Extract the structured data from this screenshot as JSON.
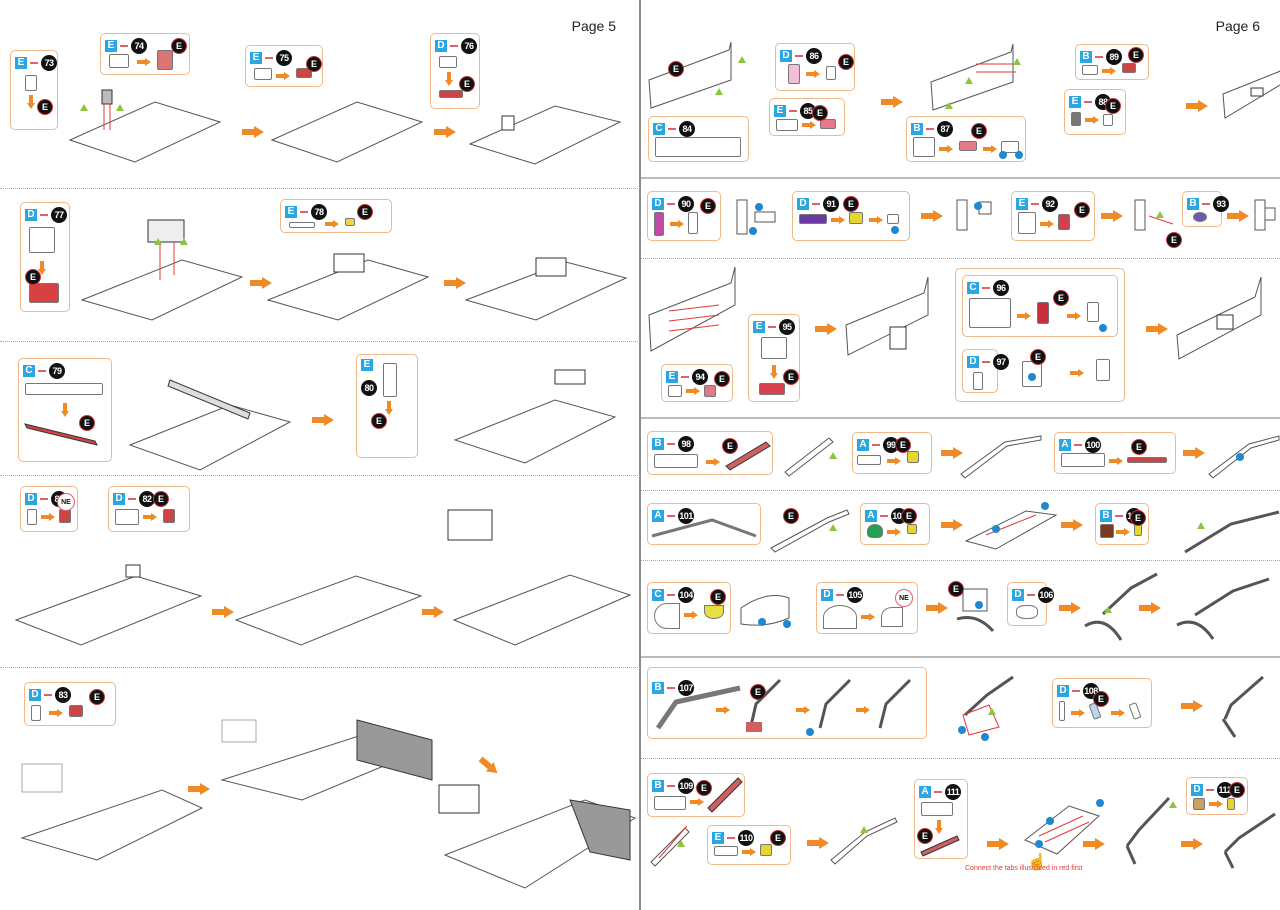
{
  "pages": [
    {
      "page_label": "Page 5",
      "rows": [
        {
          "steps": [
            {
              "sheet": "E",
              "step": "73",
              "target": "E"
            },
            {
              "sheet": "E",
              "step": "74",
              "target": "E"
            },
            {
              "sheet": "E",
              "step": "75",
              "target": "E"
            },
            {
              "sheet": "D",
              "step": "76",
              "target": "E"
            }
          ]
        },
        {
          "steps": [
            {
              "sheet": "D",
              "step": "77",
              "target": "E"
            },
            {
              "sheet": "E",
              "step": "78",
              "target": "E"
            }
          ]
        },
        {
          "steps": [
            {
              "sheet": "C",
              "step": "79",
              "target": "E"
            },
            {
              "sheet": "E",
              "step": "80",
              "target": "E"
            }
          ]
        },
        {
          "steps": [
            {
              "sheet": "D",
              "step": "81",
              "target": "NE"
            },
            {
              "sheet": "D",
              "step": "82",
              "target": "E"
            }
          ]
        },
        {
          "steps": [
            {
              "sheet": "D",
              "step": "83",
              "target": "E"
            }
          ]
        }
      ]
    },
    {
      "page_label": "Page 6",
      "rows": [
        {
          "steps": [
            {
              "sheet": "D",
              "step": "86",
              "target": "E"
            },
            {
              "sheet": "E",
              "step": "85",
              "target": "E"
            },
            {
              "sheet": "C",
              "step": "84",
              "target": "E"
            },
            {
              "sheet": "B",
              "step": "89",
              "target": "E"
            },
            {
              "sheet": "E",
              "step": "88",
              "target": "E"
            },
            {
              "sheet": "B",
              "step": "87",
              "target": "E"
            }
          ]
        },
        {
          "steps": [
            {
              "sheet": "D",
              "step": "90",
              "target": "E"
            },
            {
              "sheet": "D",
              "step": "91",
              "target": "E"
            },
            {
              "sheet": "E",
              "step": "92",
              "target": "E"
            },
            {
              "sheet": "B",
              "step": "93",
              "target": "E"
            }
          ]
        },
        {
          "steps": [
            {
              "sheet": "E",
              "step": "94",
              "target": "E"
            },
            {
              "sheet": "E",
              "step": "95",
              "target": "E"
            },
            {
              "sheet": "C",
              "step": "96",
              "target": "E"
            },
            {
              "sheet": "D",
              "step": "97",
              "target": "E"
            }
          ]
        },
        {
          "steps": [
            {
              "sheet": "B",
              "step": "98",
              "target": "E"
            },
            {
              "sheet": "A",
              "step": "99",
              "target": "E"
            },
            {
              "sheet": "A",
              "step": "100",
              "target": "E"
            }
          ]
        },
        {
          "steps": [
            {
              "sheet": "A",
              "step": "101",
              "target": "E"
            },
            {
              "sheet": "A",
              "step": "102",
              "target": "E"
            },
            {
              "sheet": "B",
              "step": "103",
              "target": "E"
            }
          ]
        },
        {
          "steps": [
            {
              "sheet": "C",
              "step": "104",
              "target": "E"
            },
            {
              "sheet": "D",
              "step": "105",
              "target": "NE"
            },
            {
              "sheet": "D",
              "step": "106",
              "target": "E"
            }
          ]
        },
        {
          "steps": [
            {
              "sheet": "B",
              "step": "107",
              "target": "E"
            },
            {
              "sheet": "D",
              "step": "108",
              "target": "E"
            }
          ]
        },
        {
          "steps": [
            {
              "sheet": "B",
              "step": "109",
              "target": "E"
            },
            {
              "sheet": "E",
              "step": "110",
              "target": "E"
            },
            {
              "sheet": "A",
              "step": "111",
              "target": "E"
            },
            {
              "sheet": "D",
              "step": "112",
              "target": "E"
            }
          ]
        }
      ],
      "note": "Connect the tabs illustrated in red first"
    }
  ],
  "colors": {
    "sheet_badge": "#2aa6e0",
    "arrow": "#f08a24",
    "callout_border": "#f0b98a",
    "connector": "#e23a3a",
    "align_marker": "#8cc63f",
    "glue_dot": "#1e88d0"
  }
}
